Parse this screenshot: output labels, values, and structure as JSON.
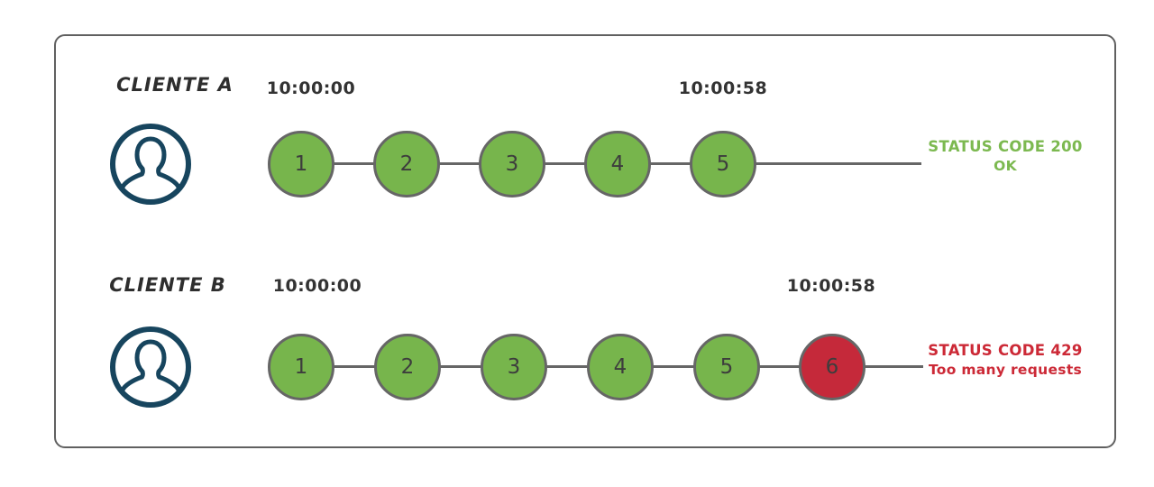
{
  "colors": {
    "success": "#77b54c",
    "error": "#c5293a",
    "success_text": "#7cb950",
    "error_text": "#cc2936",
    "line": "#666666",
    "avatar": "#17455e",
    "label": "#2e2e2e",
    "timestamp": "#333333"
  },
  "clients": [
    {
      "name": "CLIENTE A",
      "start_time": "10:00:00",
      "end_time": "10:00:58",
      "requests": [
        {
          "label": "1",
          "status": "ok"
        },
        {
          "label": "2",
          "status": "ok"
        },
        {
          "label": "3",
          "status": "ok"
        },
        {
          "label": "4",
          "status": "ok"
        },
        {
          "label": "5",
          "status": "ok"
        }
      ],
      "result": {
        "code_line": "STATUS CODE 200",
        "message": "OK",
        "status": "ok"
      }
    },
    {
      "name": "CLIENTE B",
      "start_time": "10:00:00",
      "end_time": "10:00:58",
      "requests": [
        {
          "label": "1",
          "status": "ok"
        },
        {
          "label": "2",
          "status": "ok"
        },
        {
          "label": "3",
          "status": "ok"
        },
        {
          "label": "4",
          "status": "ok"
        },
        {
          "label": "5",
          "status": "ok"
        },
        {
          "label": "6",
          "status": "limited"
        }
      ],
      "result": {
        "code_line": "STATUS CODE 429",
        "message": "Too many requests",
        "status": "error"
      }
    }
  ]
}
